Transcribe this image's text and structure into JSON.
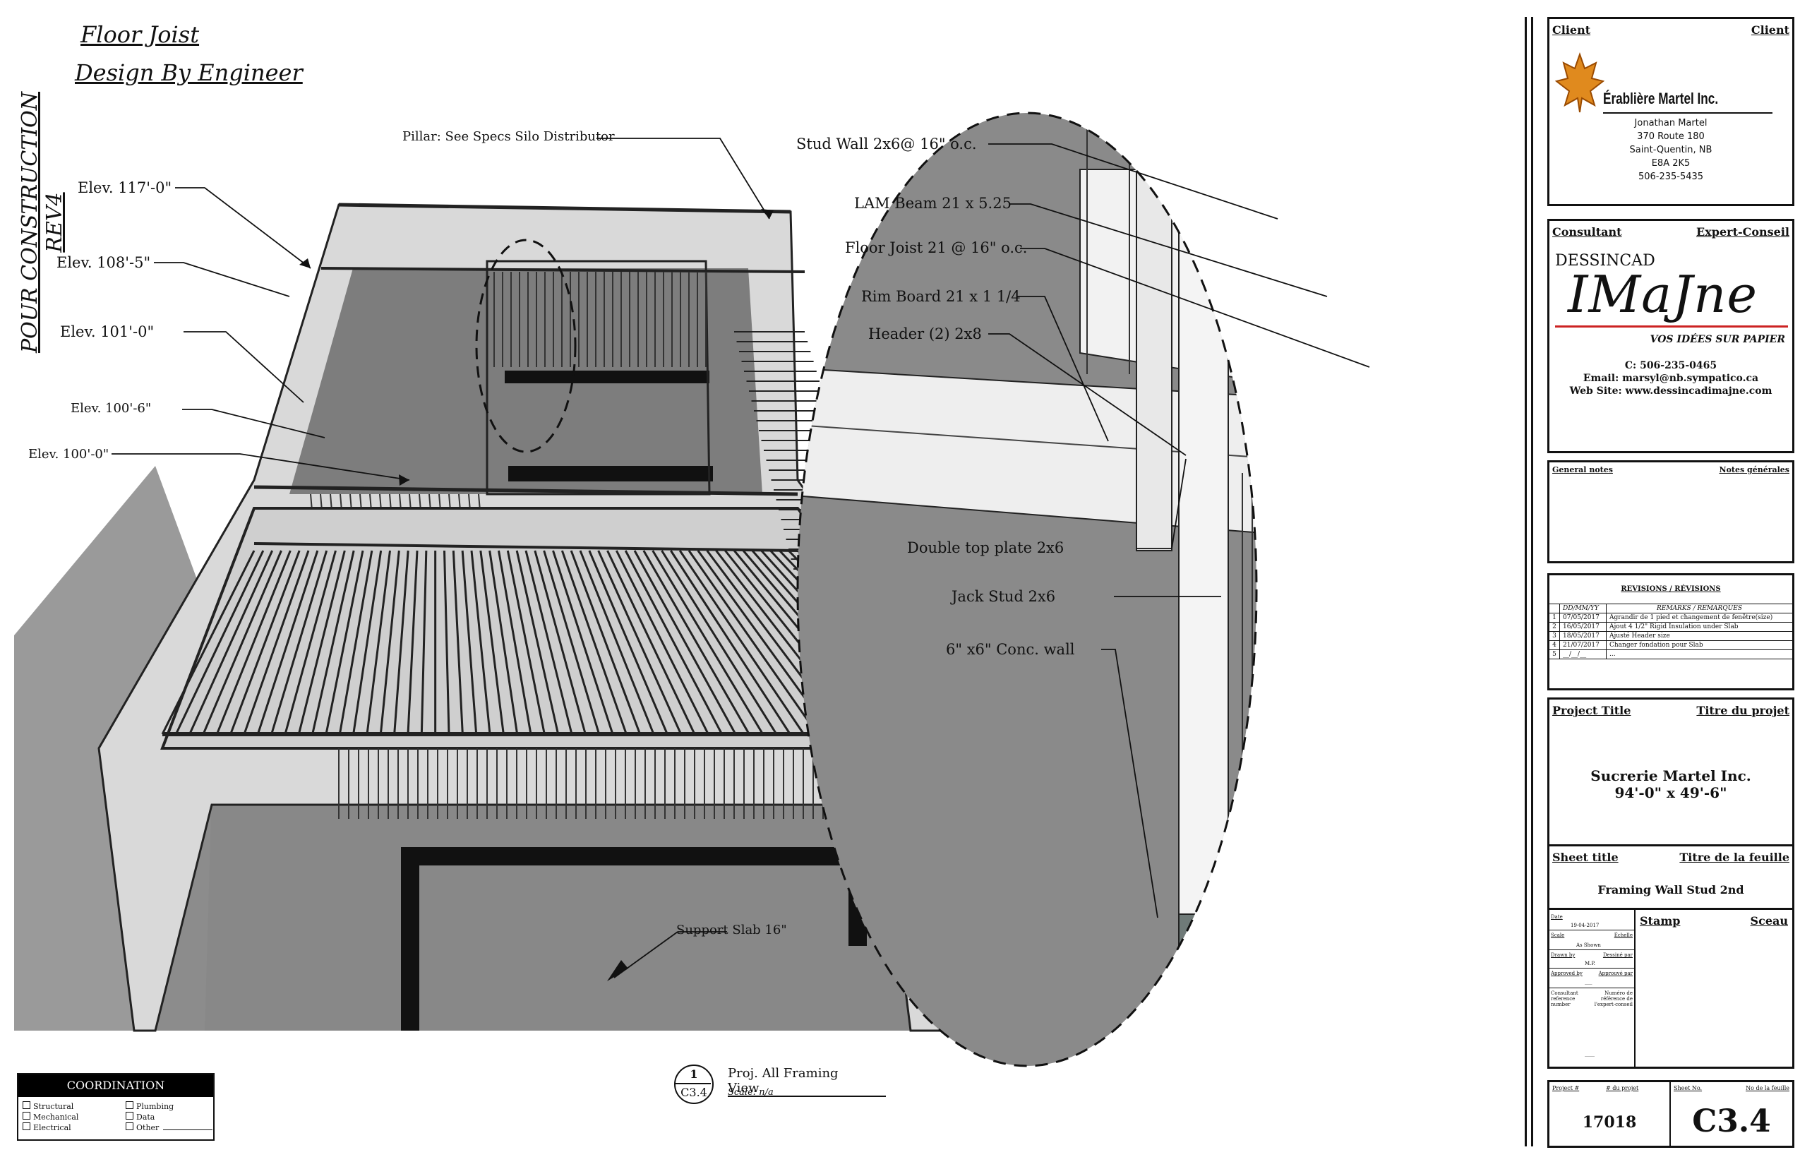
{
  "header": {
    "vertical_title": "POUR CONSTRUCTION REV4",
    "line1": "Floor Joist",
    "line2": "Design By Engineer"
  },
  "labels": {
    "pillar": "Pillar: See Specs Silo Distributor",
    "elev_117": "Elev. 117'-0\"",
    "elev_108": "Elev. 108'-5\"",
    "elev_101": "Elev. 101'-0\"",
    "elev_100_6": "Elev. 100'-6\"",
    "elev_100": "Elev. 100'-0\"",
    "stud_wall": "Stud Wall 2x6@ 16\" o.c.",
    "lam_beam": "LAM Beam 21 x 5.25",
    "floor_joist": "Floor Joist 21 @ 16\" o.c.",
    "rim_board": "Rim Board 21 x 1 1/4",
    "header": "Header (2) 2x8",
    "double_top": "Double top plate 2x6",
    "jack_stud": "Jack Stud 2x6",
    "conc_wall": "6\" x6\" Conc. wall",
    "support_slab": "Support Slab 16\""
  },
  "view_tag": {
    "number": "1",
    "sheet": "C3.4",
    "title": "Proj. All Framing View",
    "scale": "Scale:  n/a"
  },
  "coordination": {
    "title": "COORDINATION",
    "items_left": [
      "Structural",
      "Mechanical",
      "Electrical"
    ],
    "items_right": [
      "Plumbing",
      "Data",
      "Other"
    ]
  },
  "title_block": {
    "client_en": "Client",
    "client_fr": "Client",
    "company": "Érablière Martel Inc.",
    "client_lines": [
      "Jonathan Martel",
      "370 Route 180",
      "Saint-Quentin, NB",
      "E8A 2K5",
      "506-235-5435"
    ],
    "consultant_en": "Consultant",
    "consultant_fr": "Expert-Conseil",
    "brand_small": "DESSINCAD",
    "brand_big": "IMaJne",
    "brand_tag": "VOS IDÉES SUR PAPIER",
    "consultant_lines": [
      "C: 506-235-0465",
      "Email: marsyl@nb.sympatico.ca",
      "Web Site: www.dessincadimajne.com"
    ],
    "general_notes_en": "General notes",
    "general_notes_fr": "Notes générales",
    "revisions_title": "REVISIONS / RÉVISIONS",
    "rev_col_date": "DD/MM/YY",
    "rev_col_remarks": "REMARKS / REMARQUES",
    "revisions": [
      {
        "n": "1",
        "date": "07/05/2017",
        "remark": "Agrandir de 1 pied et changement de fenêtre(size)"
      },
      {
        "n": "2",
        "date": "16/05/2017",
        "remark": "Ajout 4 1/2\" Rigid Insulation under Slab"
      },
      {
        "n": "3",
        "date": "18/05/2017",
        "remark": "Ajusté Header size"
      },
      {
        "n": "4",
        "date": "21/07/2017",
        "remark": "Changer fondation pour Slab"
      },
      {
        "n": "5",
        "date": "__/__/__",
        "remark": "..."
      }
    ],
    "project_title_en": "Project Title",
    "project_title_fr": "Titre du projet",
    "project_name": "Sucrerie Martel Inc.",
    "project_size": "94'-0\" x 49'-6\"",
    "sheet_title_en": "Sheet title",
    "sheet_title_fr": "Titre de la feuille",
    "sheet_title": "Framing Wall Stud 2nd",
    "date_lbl": "Date",
    "date_val": "19-04-2017",
    "scale_lbl": "Scale",
    "scale_fr": "Échelle",
    "scale_val": "As Shown",
    "drawn_lbl": "Drawn by",
    "drawn_fr": "Dessiné par",
    "drawn_val": "M.P.",
    "approved_lbl": "Approved by",
    "approved_fr": "Approuvé par",
    "approved_val": "___",
    "consultant_ref": "Consultant reference number",
    "consultant_ref_fr": "Numéro de référence de l'expert-conseil",
    "consultant_ref_val": "____",
    "stamp_en": "Stamp",
    "stamp_fr": "Sceau",
    "project_no_lbl": "Project #",
    "project_no_fr": "# du projet",
    "project_no": "17018",
    "sheet_no_lbl": "Sheet No.",
    "sheet_no_fr": "No de la feuille",
    "sheet_no": "C3.4"
  },
  "colors": {
    "ink": "#111111",
    "slab": "#8a8a8a",
    "concrete": "#7a7a7a",
    "brand_red": "#cc2222",
    "maple_orange": "#e08a1e"
  }
}
